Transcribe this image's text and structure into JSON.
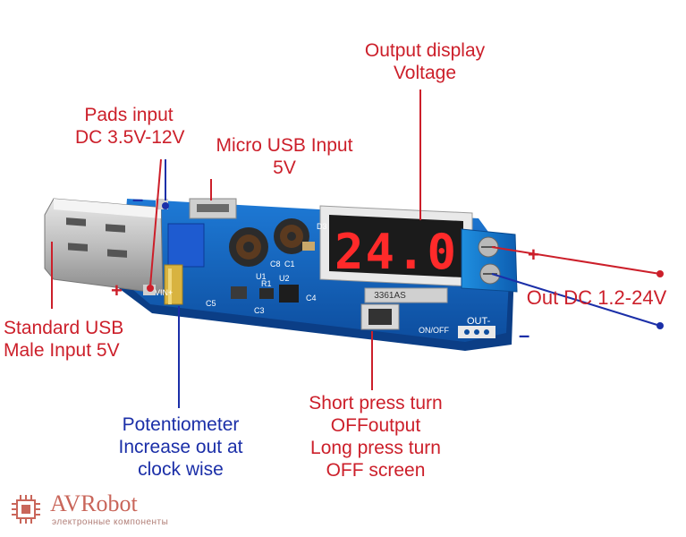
{
  "labels": {
    "pads_input_1": "Pads input",
    "pads_input_2": "DC 3.5V-12V",
    "micro_usb_1": "Micro USB Input",
    "micro_usb_2": "5V",
    "output_display_1": "Output display",
    "output_display_2": "Voltage",
    "usb_1": "Standard USB",
    "usb_2": "Male Input 5V",
    "pot_1": "Potentiometer",
    "pot_2": "Increase out at",
    "pot_3": "clock wise",
    "press_1": "Short press turn",
    "press_2": "OFFoutput",
    "press_3": "Long press turn",
    "press_4": "OFF screen",
    "out_dc": "Out DC 1.2-24V"
  },
  "signs": {
    "minus": "–",
    "plus": "+"
  },
  "board": {
    "display_value": "24.0",
    "pot_code": "3361AS",
    "button_label": "ON/OFF",
    "out_label": "OUT-",
    "vin_label": "VIN+",
    "silk_c5": "C5",
    "silk_c3": "C3",
    "silk_c8": "C8",
    "silk_c1": "C1",
    "silk_c4": "C4",
    "silk_r1": "R1",
    "silk_u1": "U1",
    "silk_u2": "U2",
    "silk_d3": "D3"
  },
  "brand": {
    "name": "AVRobot",
    "tagline": "электронные компоненты"
  },
  "colors": {
    "red": "#cc1f2a",
    "blue": "#1b2fa8",
    "pcb": "#1565c0",
    "segment": "#ff2a2a"
  }
}
